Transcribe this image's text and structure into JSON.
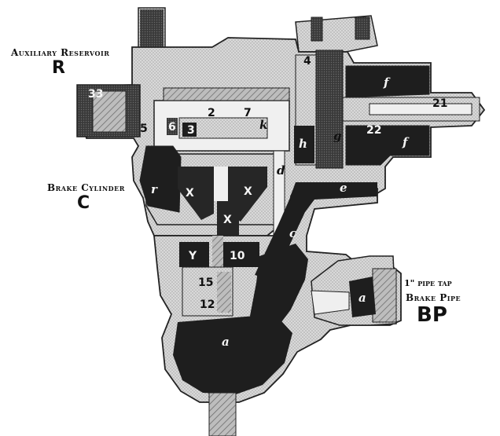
{
  "captions": {
    "aux_reservoir": "Auxiliary Reservoir",
    "aux_reservoir_letter": "R",
    "brake_cylinder": "Brake Cylinder",
    "brake_cylinder_letter": "C",
    "pipe_tap": "1\" pipe tap",
    "brake_pipe": "Brake Pipe",
    "brake_pipe_letter": "BP"
  },
  "part_labels": {
    "p33": "33",
    "p5": "5",
    "p6": "6",
    "p3": "3",
    "p2": "2",
    "p7": "7",
    "p4": "4",
    "p21": "21",
    "p22": "22",
    "p10": "10",
    "p15": "15",
    "p12": "12",
    "pY": "Y",
    "pX_left": "X",
    "pX_right": "X",
    "pX_center": "X",
    "pf_top": "f",
    "pf_bottom": "f",
    "pr": "r",
    "pe": "e",
    "pc": "c",
    "pa_bottom": "a",
    "pa_right": "a",
    "ph": "h",
    "pd": "d",
    "pg": "g",
    "pk": "k"
  },
  "colors": {
    "metal_light": "#d4d4d4",
    "metal_mid": "#9a9a9a",
    "metal_dark": "#2a2a2a",
    "ink": "#111111"
  }
}
